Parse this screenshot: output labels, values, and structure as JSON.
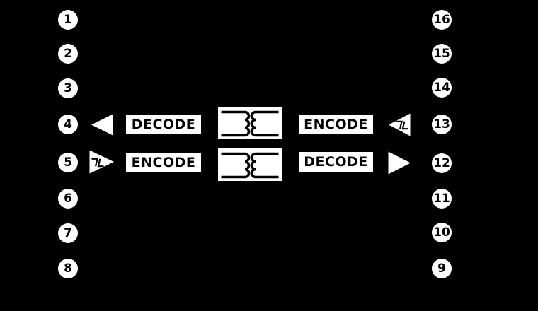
{
  "diagram": {
    "title": "digital-isolator-functional-block-diagram",
    "colors": {
      "background": "#000000",
      "element": "#ffffff",
      "ink": "#000000"
    }
  },
  "pins": {
    "left": [
      "1",
      "2",
      "3",
      "4",
      "5",
      "6",
      "7",
      "8"
    ],
    "right": [
      "16",
      "15",
      "14",
      "13",
      "12",
      "11",
      "10",
      "9"
    ]
  },
  "channels": [
    {
      "left_block": "DECODE",
      "right_block": "ENCODE"
    },
    {
      "left_block": "ENCODE",
      "right_block": "DECODE"
    }
  ]
}
